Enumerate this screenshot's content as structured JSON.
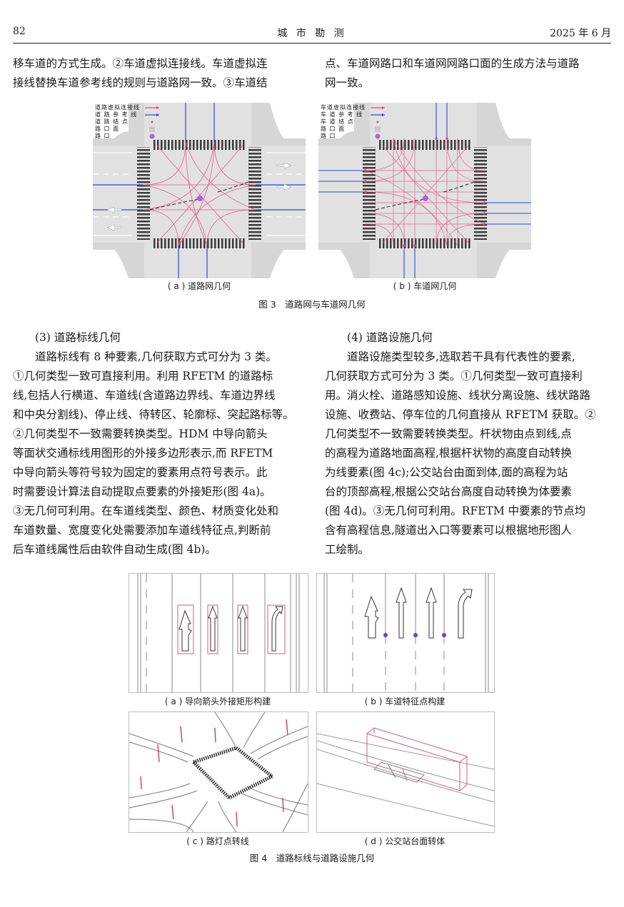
{
  "header": {
    "page_number": "82",
    "journal": "城 市 勘 测",
    "date": "2025 年 6 月"
  },
  "left_top_text": [
    "移车道的方式生成。②车道虚拟连接线。车道虚拟连",
    "接线替换车道参考线的规则与道路网一致。③车道结"
  ],
  "right_top_text": [
    "点、车道网路口和车道网网路口面的生成方法与道路",
    "网一致。"
  ],
  "figure3": {
    "caption": "图 3　道路网与车道网几何",
    "a": {
      "sublabel": "( a ) 道路网几何",
      "legend": [
        "道路虚拟连接线",
        "道 路 参 考 线",
        "道 路 结 点",
        "路 口 面",
        "路 口"
      ]
    },
    "b": {
      "sublabel": "( b ) 车道网几何",
      "legend": [
        "车道虚拟连接线",
        "车 道 参 考 线",
        "车 道 结 点",
        "路 口 面",
        "路 口"
      ]
    },
    "colors": {
      "virtual": "#e8467a",
      "reference": "#2b4bd6",
      "node": "#e8467a",
      "junction_face": "#c8c8c8",
      "junction": "#b063d8"
    }
  },
  "section3": {
    "heading": "(3) 道路标线几何",
    "lines": [
      "道路标线有 8 种要素,几何获取方式可分为 3 类。",
      "①几何类型一致可直接利用。利用 RFETM 的道路标",
      "线,包括人行横道、车道线(含道路边界线、车道边界线",
      "和中央分割线)、停止线、待转区、轮廓标、突起路标等。",
      "②几何类型不一致需要转换类型。HDM 中导向箭头",
      "等面状交通标线用图形的外接多边形表示,而 RFETM",
      "中导向箭头等符号较为固定的要素用点符号表示。此",
      "时需要设计算法自动提取点要素的外接矩形(图 4a)。",
      "③无几何可利用。在车道线类型、颜色、材质变化处和",
      "车道数量、宽度变化处需要添加车道线特征点,判断前",
      "后车道线属性后由软件自动生成(图 4b)。"
    ]
  },
  "section4": {
    "heading": "(4) 道路设施几何",
    "lines": [
      "道路设施类型较多,选取若干具有代表性的要素,",
      "几何获取方式可分为 3 类。①几何类型一致可直接利",
      "用。消火栓、道路感知设施、线状分离设施、线状路路",
      "设施、收费站、停车位的几何直接从 RFETM 获取。②",
      "几何类型不一致需要转换类型。杆状物由点到线,点",
      "的高程为道路地面高程,根据杆状物的高度自动转换",
      "为线要素(图 4c);公交站台由面到体,面的高程为站",
      "台的顶部高程,根据公交站台高度自动转换为体要素",
      "(图 4d)。③无几何可利用。RFETM 中要素的节点均",
      "含有高程信息,隧道出入口等要素可以根据地形图人",
      "工绘制。"
    ]
  },
  "figure4": {
    "caption": "图 4　道路标线与道路设施几何",
    "a": "( a ) 导向箭头外接矩形构建",
    "b": "( b ) 车道特征点构建",
    "c": "( c ) 路灯点转线",
    "d": "( d ) 公交站台面转体",
    "colors": {
      "rect": "#d4587a",
      "point": "#6a3ee0",
      "pole": "#d43a50"
    }
  }
}
